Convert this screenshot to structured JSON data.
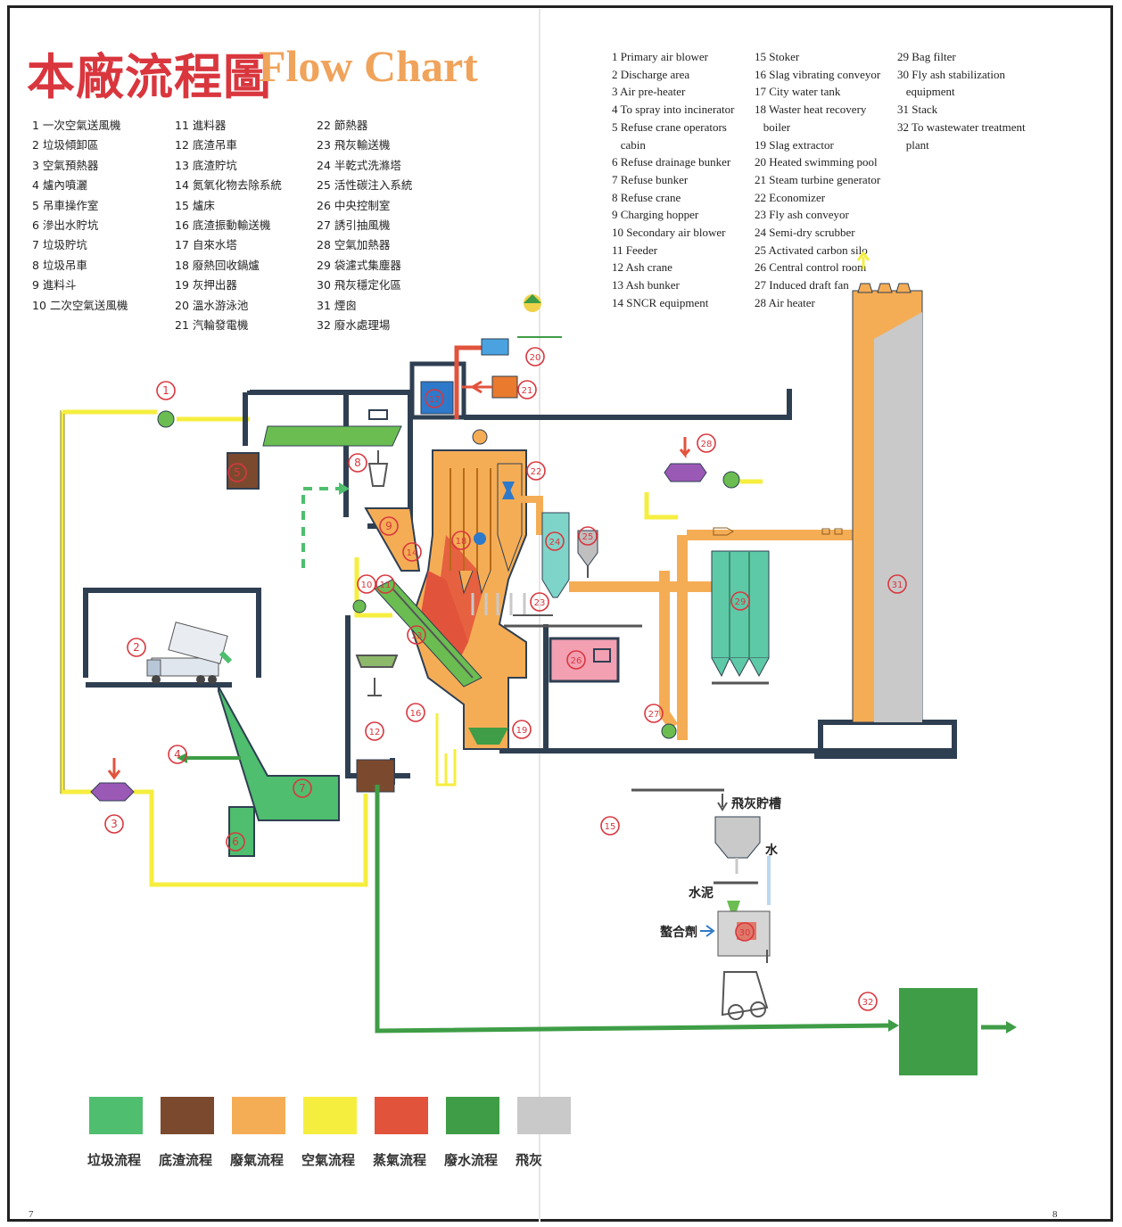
{
  "title": {
    "chinese": "本廠流程圖",
    "english": "Flow Chart"
  },
  "chinese_legend": [
    [
      "1 一次空氣送風機",
      "2 垃圾傾卸區",
      "3 空氣預熱器",
      "4 爐內噴灑",
      "5 吊車操作室",
      "6 滲出水貯坑",
      "7 垃圾貯坑",
      "8 垃圾吊車",
      "9 進料斗",
      "10 二次空氣送風機"
    ],
    [
      "11 進料器",
      "12 底渣吊車",
      "13 底渣貯坑",
      "14 氮氧化物去除系統",
      "15 爐床",
      "16 底渣振動輸送機",
      "17 自來水塔",
      "18 廢熱回收鍋爐",
      "19 灰押出器",
      "20 溫水游泳池",
      "21 汽輪發電機"
    ],
    [
      "22 節熱器",
      "23 飛灰輸送機",
      "24 半乾式洗滌塔",
      "25 活性碳注入系統",
      "26 中央控制室",
      "27 誘引抽風機",
      "28 空氣加熱器",
      "29 袋濾式集塵器",
      "30 飛灰穩定化區",
      "31 煙囪",
      "32 廢水處理場"
    ]
  ],
  "english_legend": [
    [
      "1 Primary air blower",
      "2 Discharge area",
      "3 Air pre-heater",
      "4 To spray into incinerator",
      "5 Refuse crane operators",
      "   cabin",
      "6 Refuse drainage bunker",
      "7 Refuse bunker",
      "8 Refuse crane",
      "9 Charging hopper",
      "10 Secondary air blower",
      "11 Feeder",
      "12 Ash crane",
      "13 Ash bunker",
      "14 SNCR equipment"
    ],
    [
      "15 Stoker",
      "16 Slag vibrating conveyor",
      "17 City water tank",
      "18 Waster heat recovery",
      "   boiler",
      "19 Slag extractor",
      "20 Heated swimming pool",
      "21 Steam turbine generator",
      "22 Economizer",
      "23 Fly ash conveyor",
      "24 Semi-dry scrubber",
      "25 Activated carbon silo",
      "26 Central control room",
      "27 Induced draft fan",
      "28 Air heater"
    ],
    [
      "29 Bag filter",
      "30 Fly ash stabilization",
      "   equipment",
      "31 Stack",
      "32 To wastewater treatment",
      "   plant"
    ]
  ],
  "process_labels": {
    "fly_ash_tank": "飛灰貯槽",
    "water": "水",
    "cement": "水泥",
    "chelating_agent": "螯合劑"
  },
  "markers": [
    "1",
    "2",
    "3",
    "4",
    "5",
    "6",
    "7",
    "8",
    "9",
    "10",
    "11",
    "12",
    "13",
    "14",
    "15",
    "16",
    "17",
    "18",
    "19",
    "20",
    "21",
    "22",
    "23",
    "24",
    "25",
    "26",
    "27",
    "28",
    "29",
    "30",
    "31",
    "32"
  ],
  "color_legend": [
    {
      "label": "垃圾流程",
      "color": "#4fbe6e"
    },
    {
      "label": "底渣流程",
      "color": "#7b4a2e"
    },
    {
      "label": "廢氣流程",
      "color": "#f5ad55"
    },
    {
      "label": "空氣流程",
      "color": "#f6ee3f"
    },
    {
      "label": "蒸氣流程",
      "color": "#e2533c"
    },
    {
      "label": "廢水流程",
      "color": "#3e9d46"
    },
    {
      "label": "飛灰",
      "color": "#c9c9c9"
    }
  ],
  "page_numbers": {
    "left": "7",
    "right": "8"
  }
}
